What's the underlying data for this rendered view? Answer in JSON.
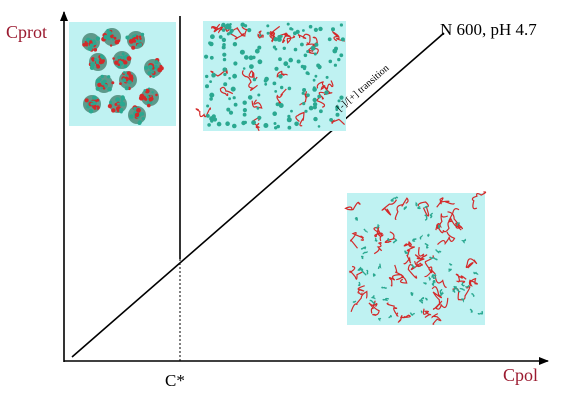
{
  "diagram": {
    "title": "N 600, pH 4.7",
    "y_axis_label": "Cprot",
    "x_axis_label": "Cpol",
    "x_marker_label": "C*",
    "diagonal_label": "[-]/[+] transition",
    "colors": {
      "axis_label": "#9b1b30",
      "panel_background": "#bff2f2",
      "protein": "#2aa890",
      "polymer": "#d32a2a"
    },
    "panels": [
      {
        "name": "globule-clusters-panel",
        "icon": "protein-globules-icon"
      },
      {
        "name": "complex-network-panel",
        "icon": "polymer-protein-network-icon"
      },
      {
        "name": "free-chains-panel",
        "icon": "free-polymer-chains-icon"
      }
    ]
  }
}
